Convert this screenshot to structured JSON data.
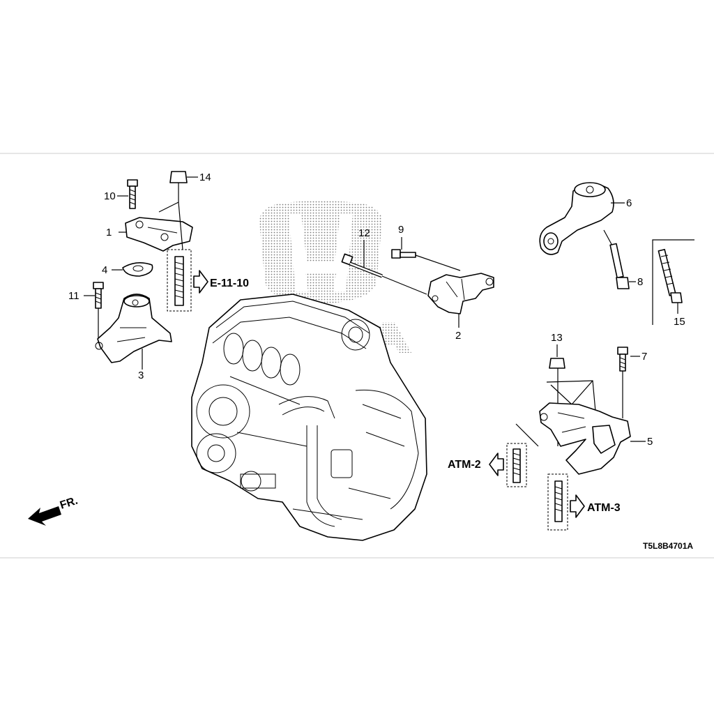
{
  "callouts": {
    "c1": "1",
    "c2": "2",
    "c3": "3",
    "c4": "4",
    "c5": "5",
    "c6": "6",
    "c7": "7",
    "c8": "8",
    "c9": "9",
    "c10": "10",
    "c11": "11",
    "c12": "12",
    "c13": "13",
    "c14": "14",
    "c15": "15"
  },
  "references": {
    "e1110": "E-11-10",
    "atm2": "ATM-2",
    "atm3": "ATM-3"
  },
  "front_label": "FR.",
  "diagram_code": "T5L8B4701A",
  "colors": {
    "line": "#000000",
    "watermark": "#7a7a7a",
    "border": "#cccccc"
  }
}
